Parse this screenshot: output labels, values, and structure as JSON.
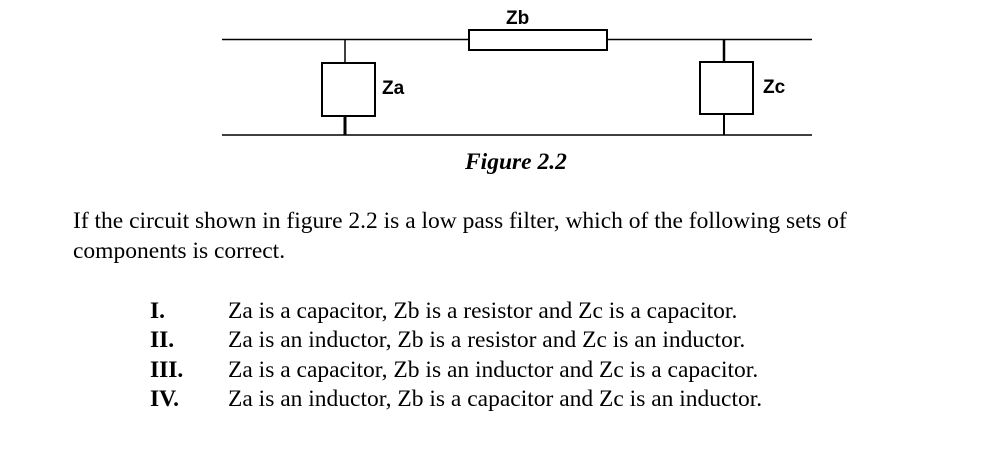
{
  "diagram": {
    "labels": {
      "za": "Za",
      "zb": "Zb",
      "zc": "Zc"
    },
    "caption": "Figure 2.2"
  },
  "question": {
    "lines": [
      "If the circuit shown in figure 2.2 is a low pass filter, which of the following sets of",
      "components is correct."
    ],
    "options": [
      {
        "numeral": "I.",
        "text": "Za is a capacitor, Zb is a resistor and Zc is a capacitor."
      },
      {
        "numeral": "II.",
        "text": "Za is an inductor, Zb is a resistor and Zc is an inductor."
      },
      {
        "numeral": "III.",
        "text": "Za is a capacitor, Zb is an inductor and Zc is a capacitor."
      },
      {
        "numeral": "IV.",
        "text": "Za is an inductor, Zb is a capacitor and Zc is an inductor."
      }
    ]
  }
}
